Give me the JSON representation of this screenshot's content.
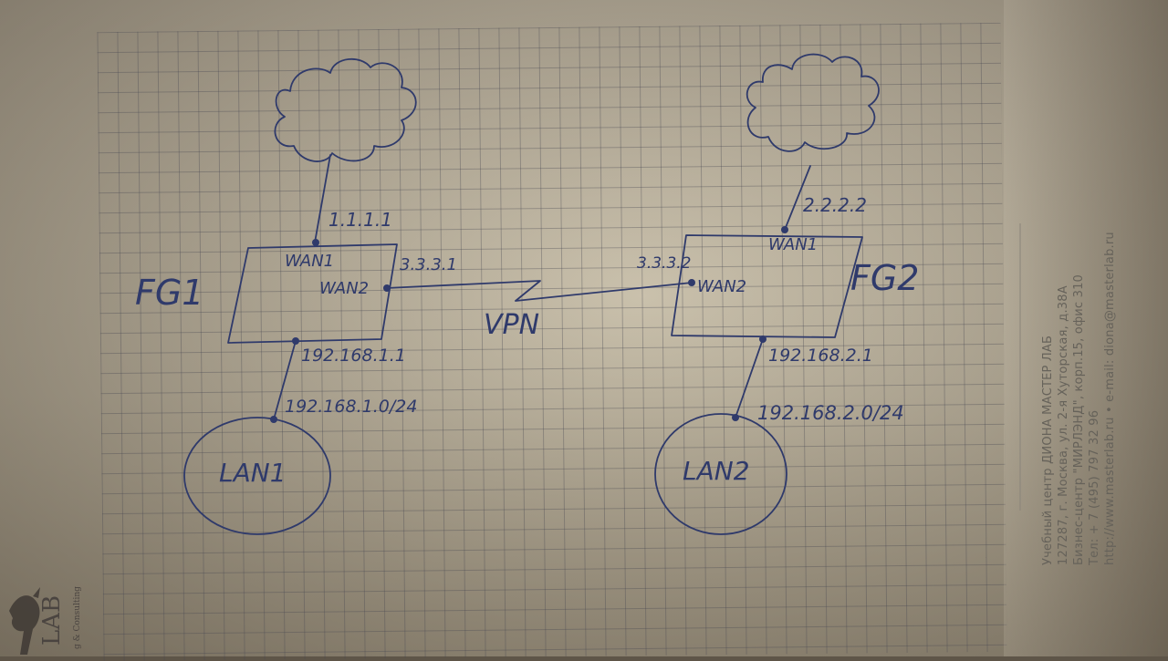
{
  "diagram": {
    "devices": {
      "fg1": {
        "label": "FG1",
        "wan1": "WAN1",
        "wan2": "WAN2"
      },
      "fg2": {
        "label": "FG2",
        "wan1": "WAN1",
        "wan2": "WAN2"
      }
    },
    "addresses": {
      "fg1_wan1_ip": "1.1.1.1",
      "fg2_wan1_ip": "2.2.2.2",
      "fg1_wan2_ip": "3.3.3.1",
      "fg2_wan2_ip": "3.3.3.2",
      "fg1_lan_ip": "192.168.1.1",
      "fg2_lan_ip": "192.168.2.1",
      "lan1_subnet": "192.168.1.0/24",
      "lan2_subnet": "192.168.2.0/24"
    },
    "link_label": "VPN",
    "networks": {
      "lan1": "LAN1",
      "lan2": "LAN2"
    }
  },
  "stamp": {
    "line1": "Учебный центр ДИОНА МАСТЕР ЛАБ",
    "line2": "127287, г. Москва, ул. 2-я Хуторская, д.38А",
    "line3": "Бизнес-центр \"МИРЛЭНД\", корп.15, офис 310",
    "line4": "Тел: + 7 (495) 797 32 96",
    "line5": "http://www.masterlab.ru • e-mail: diona@masterlab.ru"
  },
  "logo": {
    "text": "LAB",
    "subtitle": "g & Consulting"
  },
  "colors": {
    "ink": "#2f3a6b",
    "paper": "#cfc6b2",
    "print": "#66625a"
  }
}
